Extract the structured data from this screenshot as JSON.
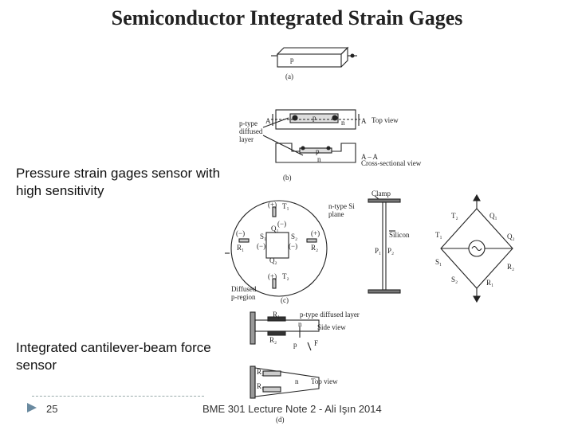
{
  "slide": {
    "title": "Semiconductor Integrated Strain Gages",
    "text1": "Pressure strain gages sensor with high sensitivity",
    "text2": "Integrated cantilever-beam force sensor",
    "page_number": "25",
    "footer": "BME 301 Lecture Note 2 - Ali Işın 2014"
  },
  "figure": {
    "a": {
      "label": "(a)",
      "p": "p"
    },
    "b": {
      "label": "(b)",
      "top_view": "Top view",
      "cross_view": "Cross-sectional view",
      "A": "A",
      "AA": "A – A",
      "p": "p",
      "n": "n",
      "ptype_line1": "p-type",
      "ptype_line2": "diffused",
      "ptype_line3": "layer"
    },
    "c": {
      "label": "(c)",
      "clamp": "Clamp",
      "ntype_line1": "n-type Si",
      "ntype_line2": "plane",
      "silicon": "Silicon",
      "P1": "P₁",
      "P2": "P₂",
      "T1": "T₁",
      "T2": "T₂",
      "Q1": "Q₁",
      "Q2": "Q₂",
      "S1": "S₁",
      "S2": "S₂",
      "R1": "R₁",
      "R2": "R₂",
      "plus1": "(+)",
      "plus2": "(+)",
      "plus3": "(+)",
      "minus1": "(−)",
      "minus2": "(−)",
      "minus3": "(−)",
      "minus4": "(−)",
      "diffused_line1": "Diffused",
      "diffused_line2": "p-region"
    },
    "bridge": {
      "T1": "T₁",
      "T2": "T₂",
      "Q1": "Q₁",
      "Q2": "Q₂",
      "S1": "S₁",
      "S2": "S₂",
      "R1": "R₁",
      "R2": "R₂",
      "source": "~"
    },
    "d": {
      "label": "(d)",
      "ptype": "p-type diffused layer",
      "side_view": "Side view",
      "top_view": "Top view",
      "R1": "R₁",
      "R2": "R₂",
      "R1b": "R₁",
      "R2b": "R₂",
      "n": "n",
      "nb": "n",
      "p": "p",
      "F": "F"
    }
  }
}
